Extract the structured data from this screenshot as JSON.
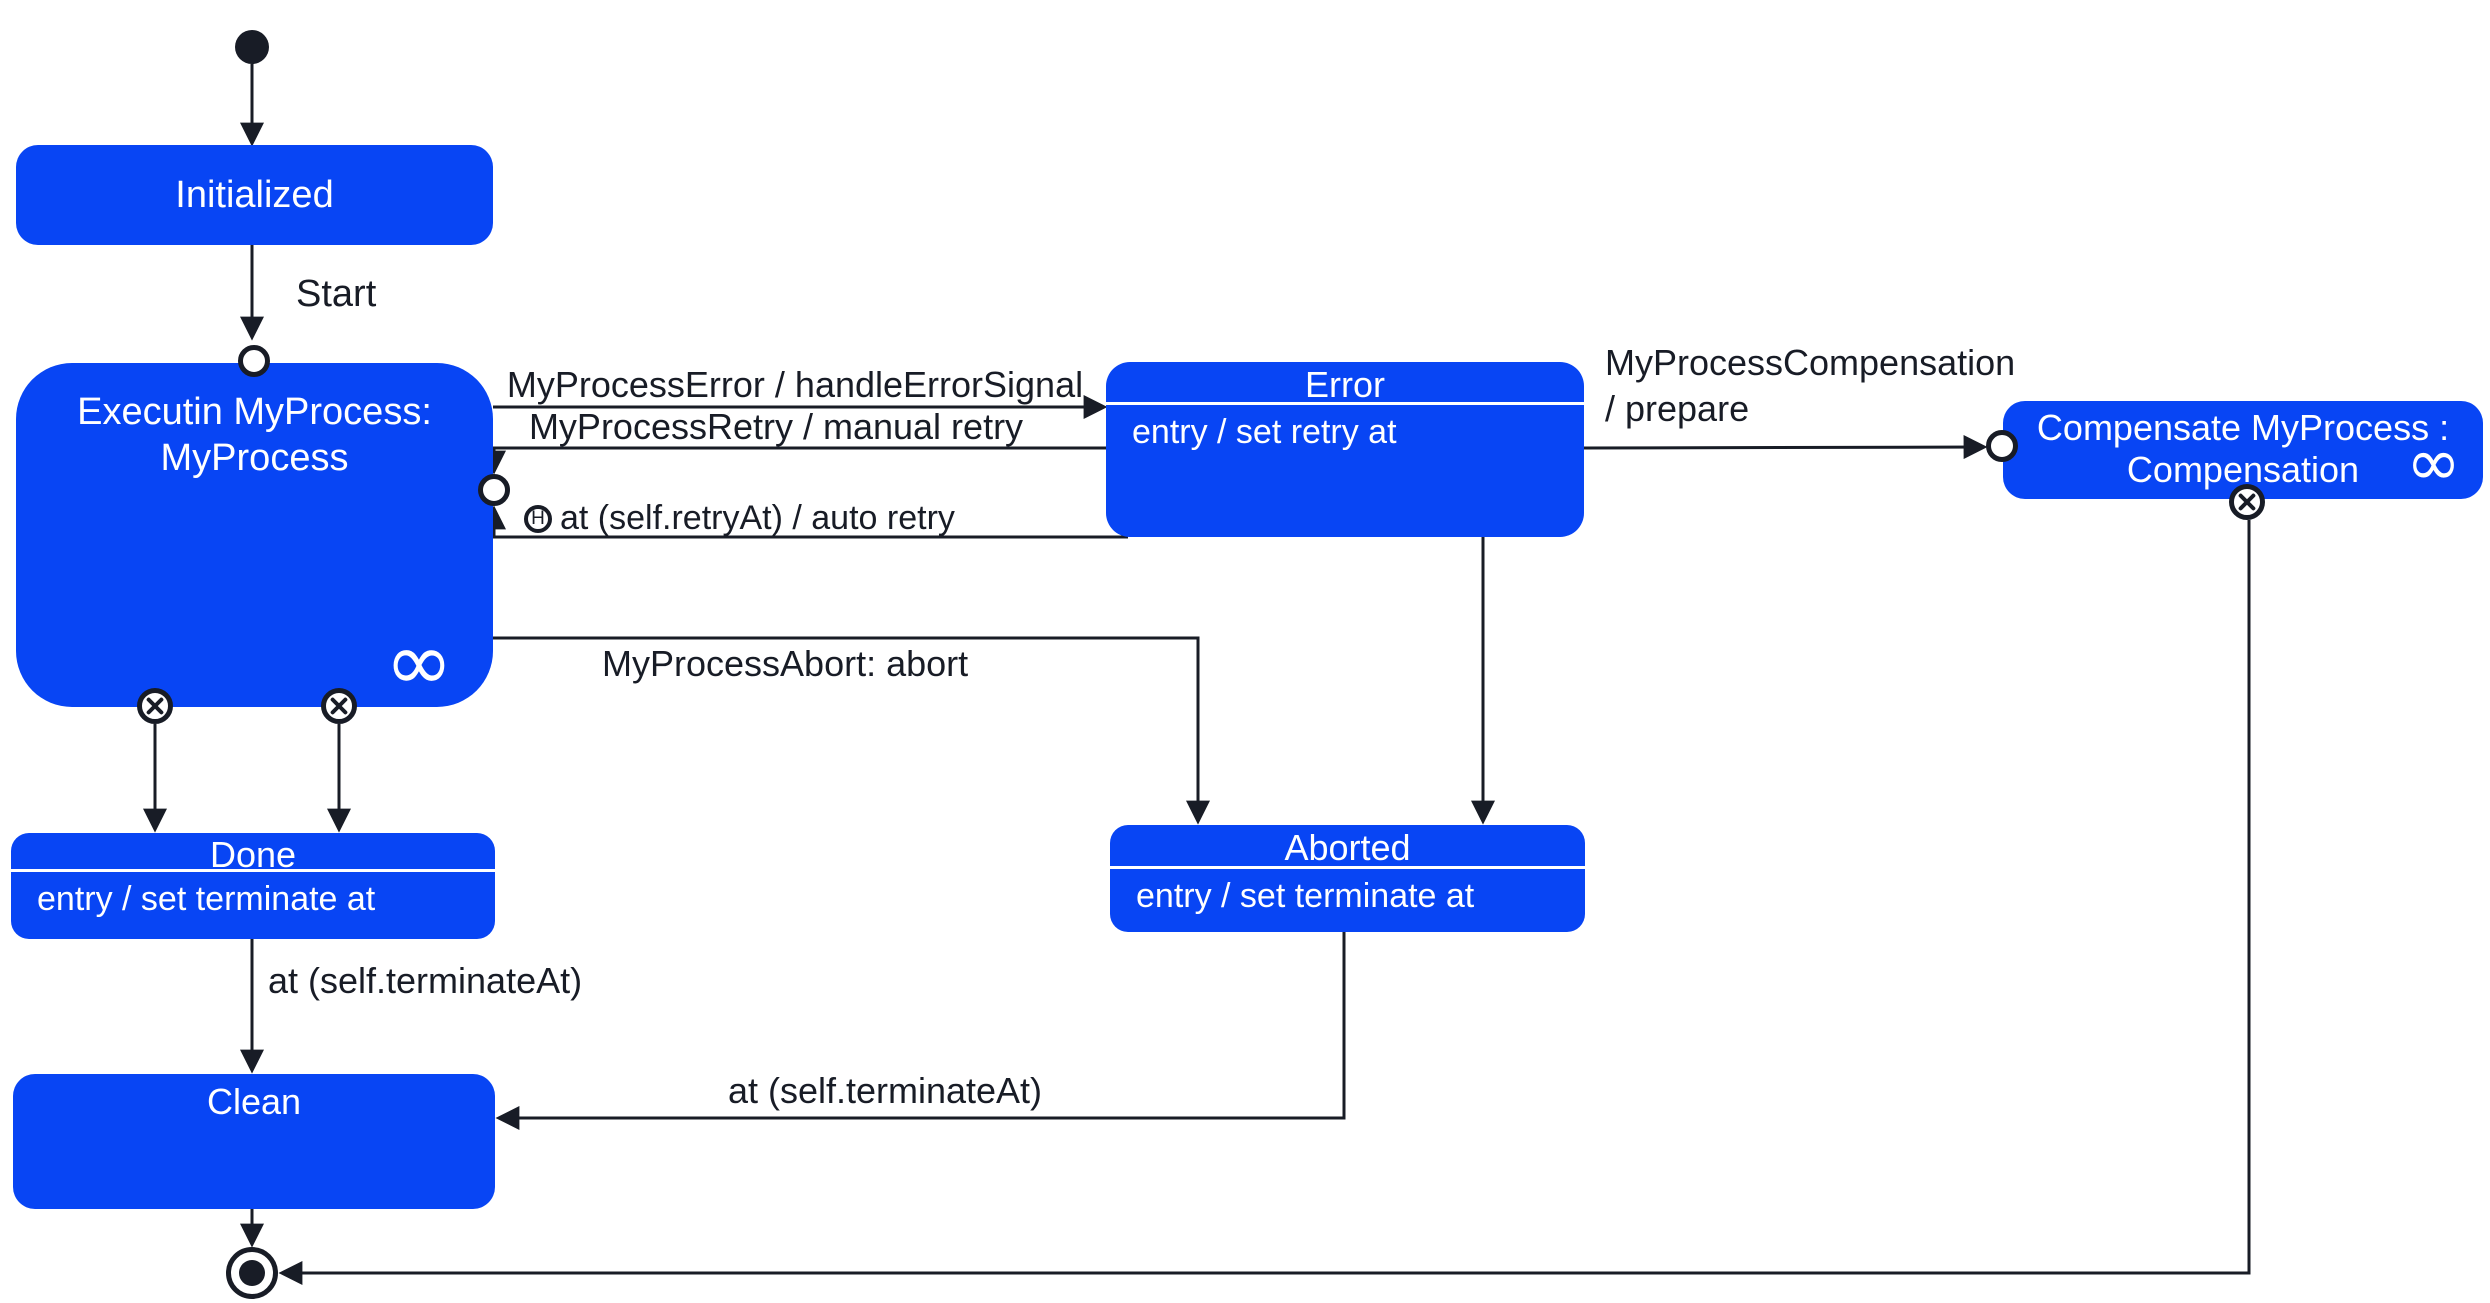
{
  "diagram": {
    "states": {
      "initialized": {
        "title": "Initialized"
      },
      "executing": {
        "title_line1": "Executin MyProcess:",
        "title_line2": "MyProcess"
      },
      "error": {
        "title": "Error",
        "entry": "entry / set retry at"
      },
      "compensate": {
        "title_line1": "Compensate MyProcess :",
        "title_line2": "Compensation"
      },
      "done": {
        "title": "Done",
        "entry": "entry / set terminate at"
      },
      "aborted": {
        "title": "Aborted",
        "entry": "entry / set terminate at"
      },
      "clean": {
        "title": "Clean"
      }
    },
    "transitions": {
      "start": "Start",
      "error_signal": "MyProcessError / handleErrorSignal",
      "manual_retry": "MyProcessRetry / manual retry",
      "auto_retry": "at (self.retryAt) / auto retry",
      "compensation_line1": "MyProcessCompensation",
      "compensation_line2": "/ prepare",
      "abort": "MyProcessAbort: abort",
      "done_terminate": "at (self.terminateAt)",
      "aborted_terminate": "at (self.terminateAt)"
    },
    "icons": {
      "infinity": "∞",
      "history_label": "H"
    },
    "colors": {
      "state_fill": "#0845f4",
      "state_text": "#ffffff",
      "line": "#181c26",
      "label_text": "#181c26",
      "background": "#ffffff"
    }
  }
}
